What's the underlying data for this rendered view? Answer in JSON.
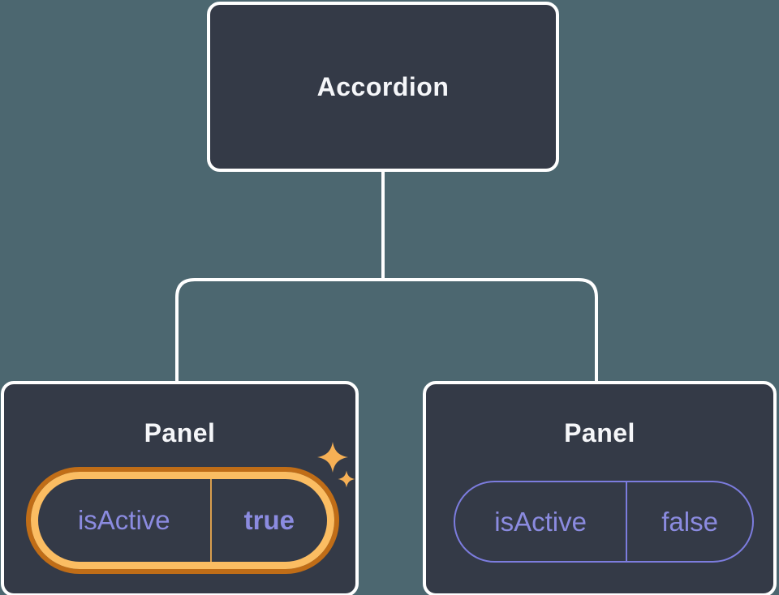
{
  "tree": {
    "root": {
      "label": "Accordion"
    },
    "children": [
      {
        "label": "Panel",
        "highlighted": true,
        "prop": {
          "name": "isActive",
          "value": "true"
        }
      },
      {
        "label": "Panel",
        "highlighted": false,
        "prop": {
          "name": "isActive",
          "value": "false"
        }
      }
    ]
  },
  "icons": {
    "highlight": "sparkle-icon"
  },
  "colors": {
    "background": "#4C6770",
    "node_fill": "#343A47",
    "node_border": "#FFFFFF",
    "connector": "#FFFFFF",
    "text_primary": "#F5F6F9",
    "prop_text": "#8B8BE0",
    "pill_outline": "#7C7CDE",
    "highlight_outer": "#C06D17",
    "highlight_inner": "#FBBD62",
    "highlight_divider": "#D99E4E",
    "sparkle": "#F6B055"
  }
}
